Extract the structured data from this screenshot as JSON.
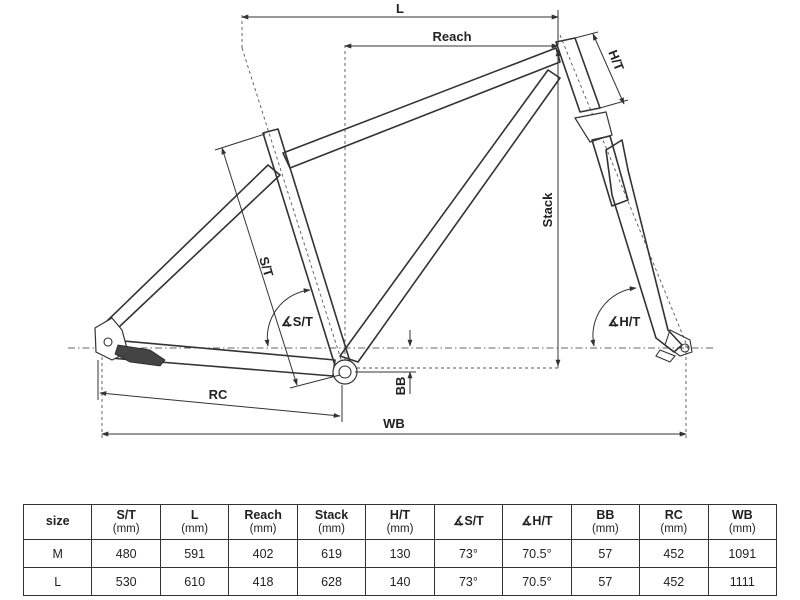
{
  "diagram": {
    "labels": {
      "L": "L",
      "reach": "Reach",
      "ht": "H/T",
      "stack": "Stack",
      "st": "S/T",
      "st_angle": "∡S/T",
      "ht_angle": "∡H/T",
      "bb": "BB",
      "rc": "RC",
      "wb": "WB"
    }
  },
  "table": {
    "columns": [
      {
        "name": "size",
        "unit": ""
      },
      {
        "name": "S/T",
        "unit": "(mm)"
      },
      {
        "name": "L",
        "unit": "(mm)"
      },
      {
        "name": "Reach",
        "unit": "(mm)"
      },
      {
        "name": "Stack",
        "unit": "(mm)"
      },
      {
        "name": "H/T",
        "unit": "(mm)"
      },
      {
        "name": "∡S/T",
        "unit": ""
      },
      {
        "name": "∡H/T",
        "unit": ""
      },
      {
        "name": "BB",
        "unit": "(mm)"
      },
      {
        "name": "RC",
        "unit": "(mm)"
      },
      {
        "name": "WB",
        "unit": "(mm)"
      }
    ],
    "rows": [
      [
        "M",
        "480",
        "591",
        "402",
        "619",
        "130",
        "73°",
        "70.5°",
        "57",
        "452",
        "1091"
      ],
      [
        "L",
        "530",
        "610",
        "418",
        "628",
        "140",
        "73°",
        "70.5°",
        "57",
        "452",
        "1111"
      ]
    ]
  }
}
